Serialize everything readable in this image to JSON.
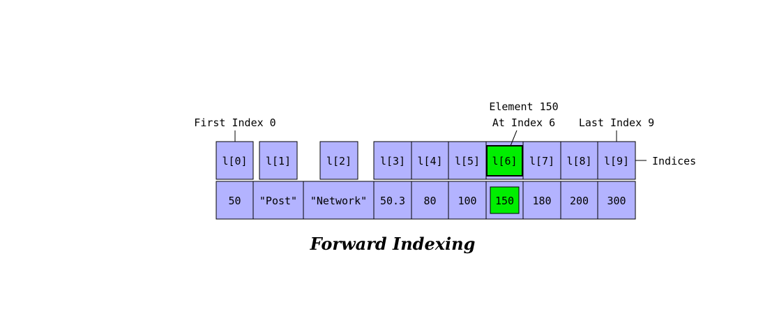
{
  "colors": {
    "cell_fill": "#b3b3ff",
    "highlight_fill": "#00ee00",
    "border": "#000000"
  },
  "indices": [
    "l[0]",
    "l[1]",
    "l[2]",
    "l[3]",
    "l[4]",
    "l[5]",
    "l[6]",
    "l[7]",
    "l[8]",
    "l[9]"
  ],
  "values": [
    "50",
    "\"Post\"",
    "\"Network\"",
    "50.3",
    "80",
    "100",
    "150",
    "180",
    "200",
    "300"
  ],
  "highlight_index": 6,
  "annotations": {
    "first": "First Index 0",
    "element_line1": "Element 150",
    "element_line2": "At Index 6",
    "last": "Last Index 9",
    "indices_label": "Indices"
  },
  "title": "Forward Indexing"
}
